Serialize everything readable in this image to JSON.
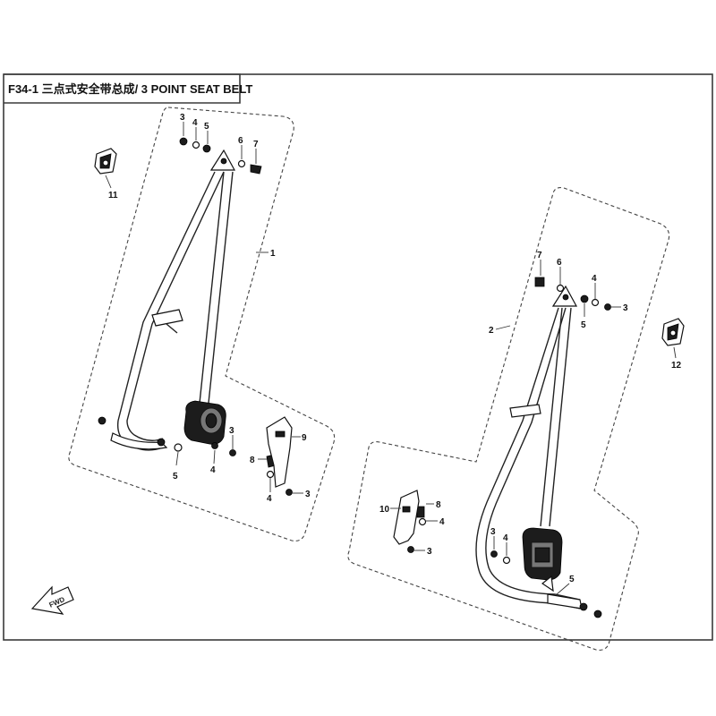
{
  "title": "F34-1 三点式安全带总成/ 3 POINT SEAT BELT",
  "fwd_label": "FWD",
  "callouts": {
    "left_1": "1",
    "left_3a": "3",
    "left_4a": "4",
    "left_5a": "5",
    "left_6": "6",
    "left_7": "7",
    "left_11": "11",
    "left_3b": "3",
    "left_4b": "4",
    "left_5b": "5",
    "left_8": "8",
    "left_9": "9",
    "left_4c": "4",
    "left_3c": "3",
    "right_2": "2",
    "right_7": "7",
    "right_6": "6",
    "right_4a": "4",
    "right_3a": "3",
    "right_5a": "5",
    "right_12": "12",
    "right_10": "10",
    "right_8": "8",
    "right_4b": "4",
    "right_3b": "3",
    "right_3c": "3",
    "right_4c": "4",
    "right_5b": "5"
  }
}
